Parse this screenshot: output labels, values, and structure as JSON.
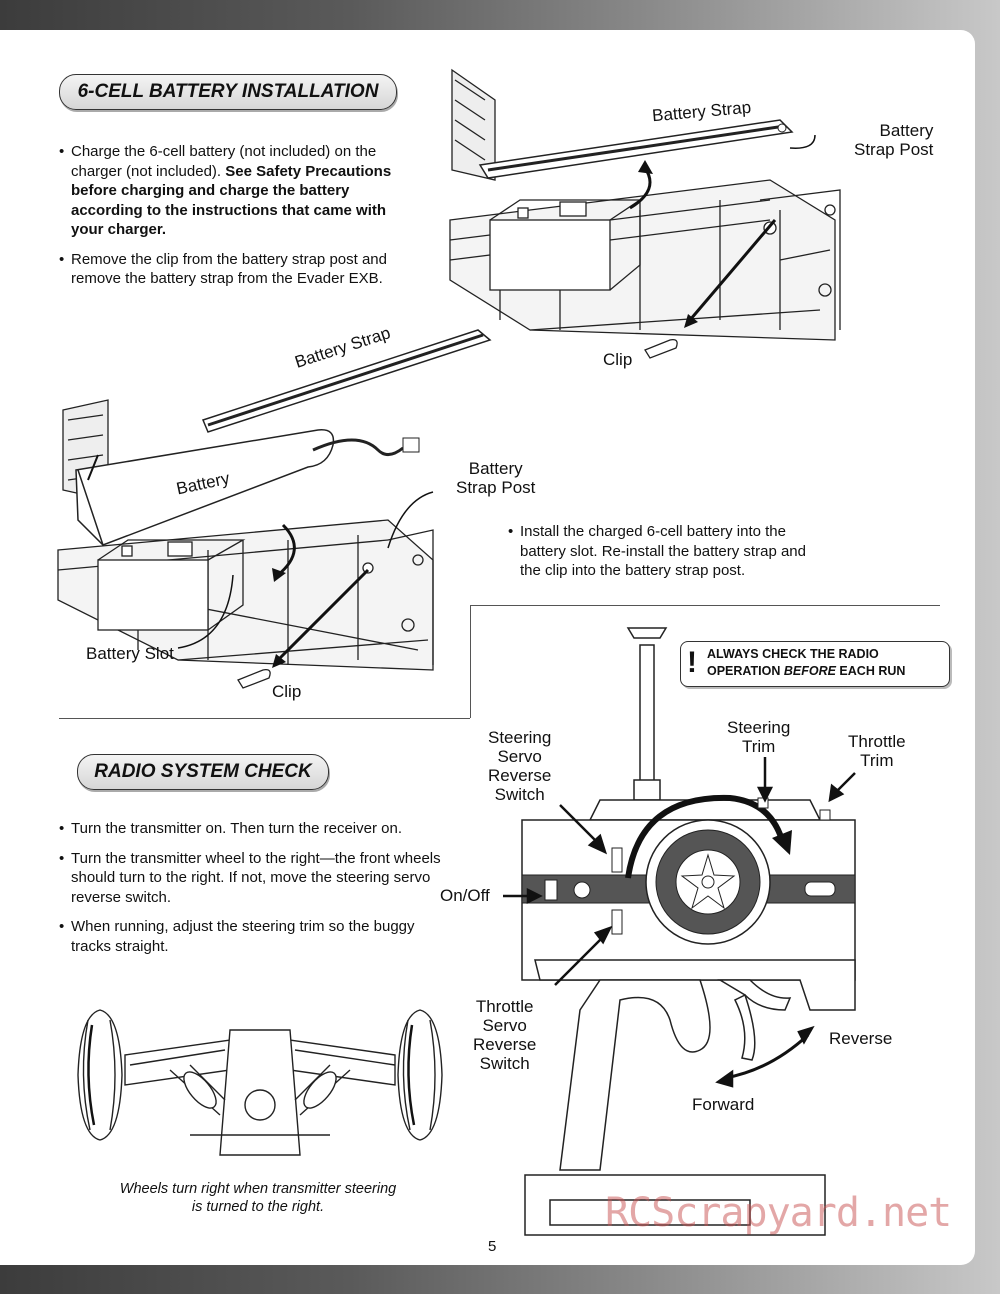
{
  "battery_section": {
    "title": "6-CELL BATTERY INSTALLATION",
    "bullet1_normal": "Charge the 6-cell battery (not included) on the charger (not included). ",
    "bullet1_bold": "See Safety Precautions before charging and charge the battery according to the instructions that came with your charger.",
    "bullet2": "Remove the clip from the battery strap post and remove the battery strap from the Evader EXB.",
    "bullet3": "Install the charged 6-cell battery into the battery slot. Re-install the battery strap and the clip into the battery strap post."
  },
  "diagram1": {
    "battery_strap": "Battery Strap",
    "battery_strap_post": "Battery\nStrap Post",
    "clip": "Clip"
  },
  "diagram2": {
    "battery_strap": "Battery Strap",
    "battery": "Battery",
    "battery_strap_post": "Battery\nStrap Post",
    "battery_slot": "Battery Slot",
    "clip": "Clip"
  },
  "warning": {
    "line1": "ALWAYS CHECK THE RADIO",
    "line2_pre": "OPERATION ",
    "line2_em": "BEFORE",
    "line2_post": " EACH RUN"
  },
  "radio_section": {
    "title": "RADIO SYSTEM CHECK",
    "bullet1": "Turn the transmitter on. Then turn the receiver on.",
    "bullet2": "Turn the transmitter wheel to the right—the front wheels should turn to the right. If not, move the steering servo reverse switch.",
    "bullet3": "When running, adjust the steering trim so the buggy tracks straight."
  },
  "transmitter": {
    "steering_servo_reverse_switch": "Steering\nServo\nReverse\nSwitch",
    "steering_trim": "Steering\nTrim",
    "throttle_trim": "Throttle\nTrim",
    "on_off": "On/Off",
    "throttle_servo_reverse_switch": "Throttle\nServo\nReverse\nSwitch",
    "reverse": "Reverse",
    "forward": "Forward"
  },
  "caption": "Wheels turn right when transmitter steering is turned to the right.",
  "page_number": "5",
  "watermark": "RCScrapyard.net"
}
